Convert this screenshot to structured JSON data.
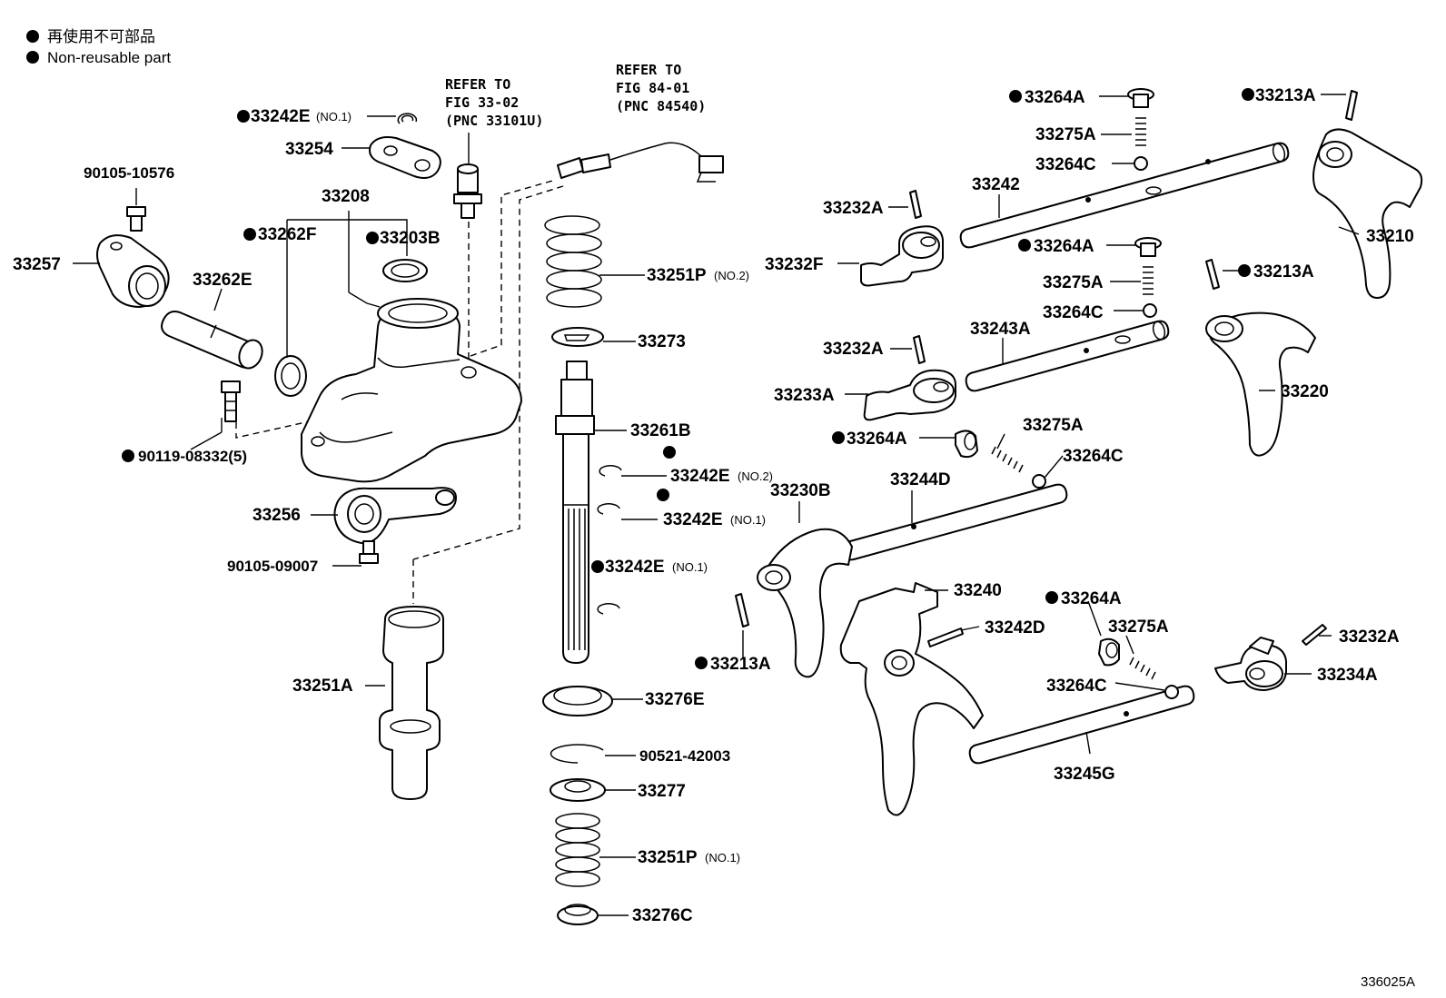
{
  "legend": {
    "line_jp": "再使用不可部品",
    "line_en": "Non-reusable part"
  },
  "refs": {
    "fig33": {
      "line1": "REFER TO",
      "line2": "FIG 33-02",
      "line3": "(PNC 33101U)"
    },
    "fig84": {
      "line1": "REFER TO",
      "line2": "FIG 84-01",
      "line3": "(PNC 84540)"
    }
  },
  "labels": {
    "p33242E_top": "33242E",
    "p33242E_top_sub": "(NO.1)",
    "p33254": "33254",
    "p90105_10576": "90105-10576",
    "p33208": "33208",
    "p33262F": "33262F",
    "p33203B": "33203B",
    "p33257": "33257",
    "p33262E": "33262E",
    "p90119": "90119-08332(5)",
    "p33256": "33256",
    "p90105_09007": "90105-09007",
    "p33251A": "33251A",
    "p33251P_2": "33251P",
    "p33251P_2_sub": "(NO.2)",
    "p33273": "33273",
    "p33261B": "33261B",
    "p33242E_2": "33242E",
    "p33242E_2_sub": "(NO.2)",
    "p33242E_1a": "33242E",
    "p33242E_1a_sub": "(NO.1)",
    "p33242E_1b": "33242E",
    "p33242E_1b_sub": "(NO.1)",
    "p33276E": "33276E",
    "p90521": "90521-42003",
    "p33277": "33277",
    "p33251P_1": "33251P",
    "p33251P_1_sub": "(NO.1)",
    "p33276C": "33276C",
    "p33264A_1": "33264A",
    "p33275A_1": "33275A",
    "p33264C_1": "33264C",
    "p33213A_1": "33213A",
    "p33242": "33242",
    "p33232A_1": "33232A",
    "p33232F": "33232F",
    "p33210": "33210",
    "p33264A_2": "33264A",
    "p33275A_2": "33275A",
    "p33213A_2": "33213A",
    "p33264C_2": "33264C",
    "p33243A": "33243A",
    "p33232A_2": "33232A",
    "p33233A": "33233A",
    "p33220": "33220",
    "p33264A_3": "33264A",
    "p33275A_3": "33275A",
    "p33264C_3": "33264C",
    "p33230B": "33230B",
    "p33244D": "33244D",
    "p33240": "33240",
    "p33242D": "33242D",
    "p33264A_4": "33264A",
    "p33275A_4": "33275A",
    "p33232A_3": "33232A",
    "p33213A_3": "33213A",
    "p33234A": "33234A",
    "p33264C_4": "33264C",
    "p33245G": "33245G"
  },
  "figure_number": "336025A"
}
